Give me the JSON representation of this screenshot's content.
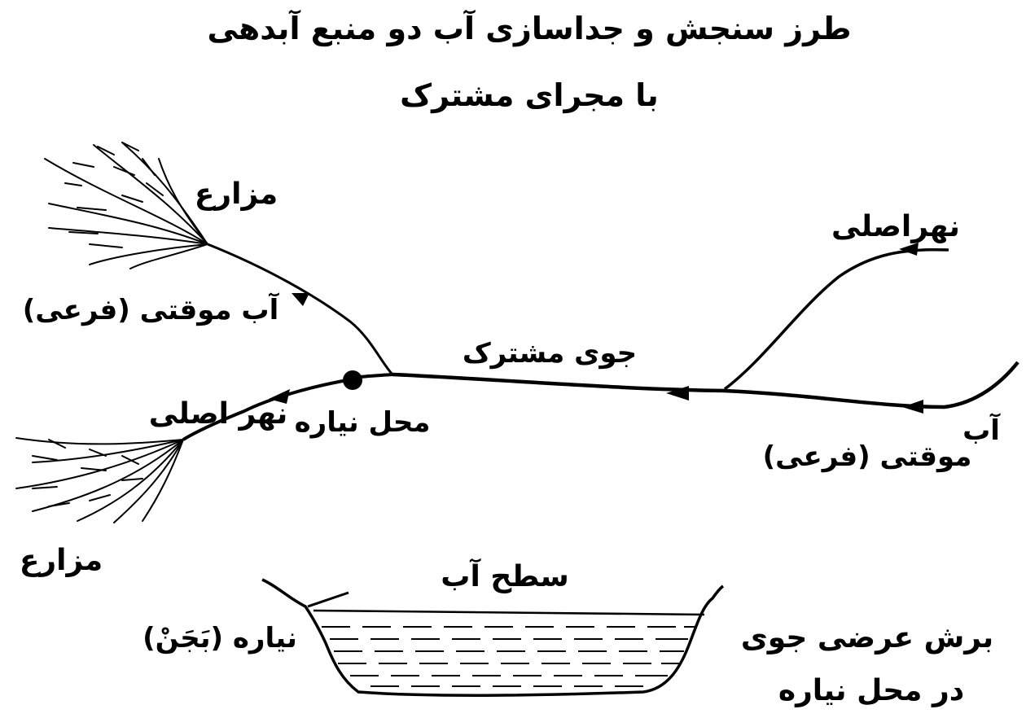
{
  "title": {
    "line1": "طرز سنجش و جداسازی آب دو منبع آبدهی",
    "line2": "با مجرای مشترک"
  },
  "labels": {
    "fields_top": "مزارع",
    "temp_water_left": "آب موقتی (فرعی)",
    "main_canal_right": "نهراصلی",
    "shared_channel": "جوی مشترک",
    "main_canal_left": "نهر اصلی",
    "diversion_point": "محل نیاره",
    "temp_water_right_1": "آب",
    "temp_water_right_2": "موقتی (فرعی)",
    "fields_bottom": "مزارع",
    "water_surface": "سطح آب",
    "niyare_label": "نیاره (بَجَنْ)",
    "cross_section_1": "برش عرضی جوی",
    "cross_section_2": "در محل نیاره"
  },
  "colors": {
    "ink": "#000000",
    "paper": "#ffffff"
  }
}
